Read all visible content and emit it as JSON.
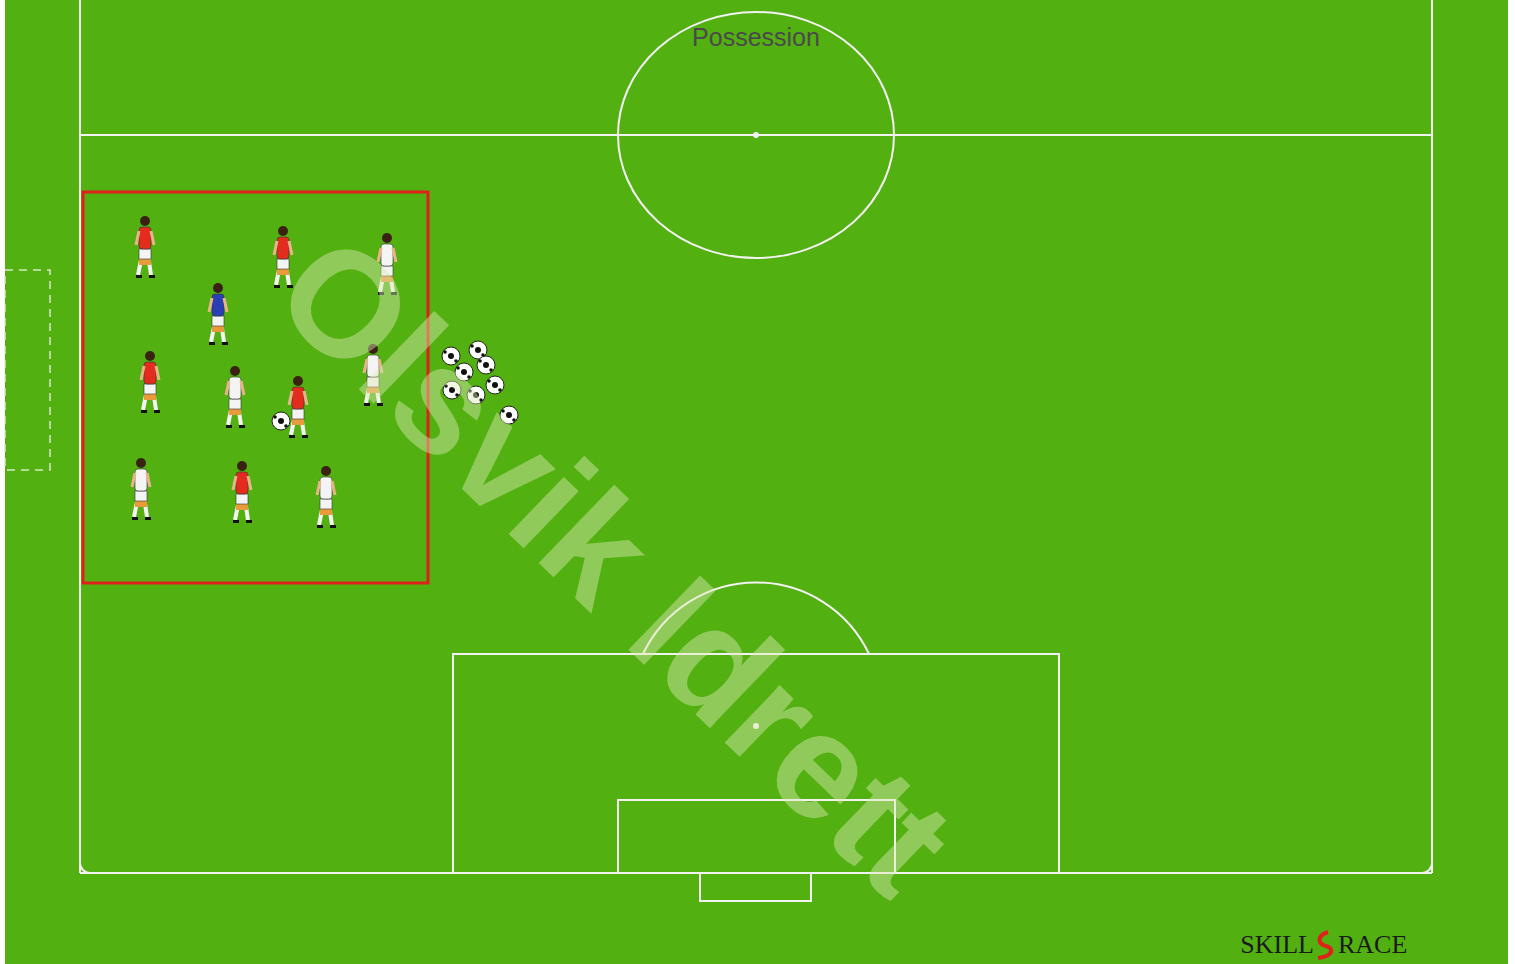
{
  "diagram": {
    "title": "Possession",
    "labels": [
      "Olsvik Idrett",
      "SKILL",
      "RACE"
    ]
  }
}
